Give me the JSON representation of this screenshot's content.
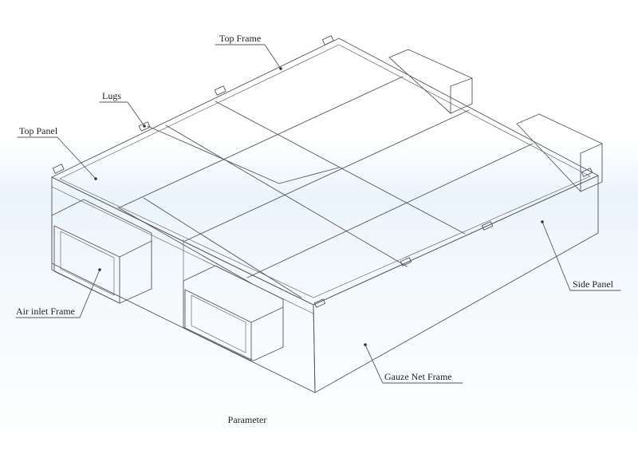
{
  "labels": {
    "top_frame": "Top Frame",
    "lugs": "Lugs",
    "top_panel": "Top Panel",
    "air_inlet_frame": "Air inlet Frame",
    "side_panel": "Side Panel",
    "gauze_net_frame": "Gauze Net Frame"
  },
  "caption": "Parameter",
  "colors": {
    "line": "#555555",
    "background_band": "#eaf4fb"
  }
}
